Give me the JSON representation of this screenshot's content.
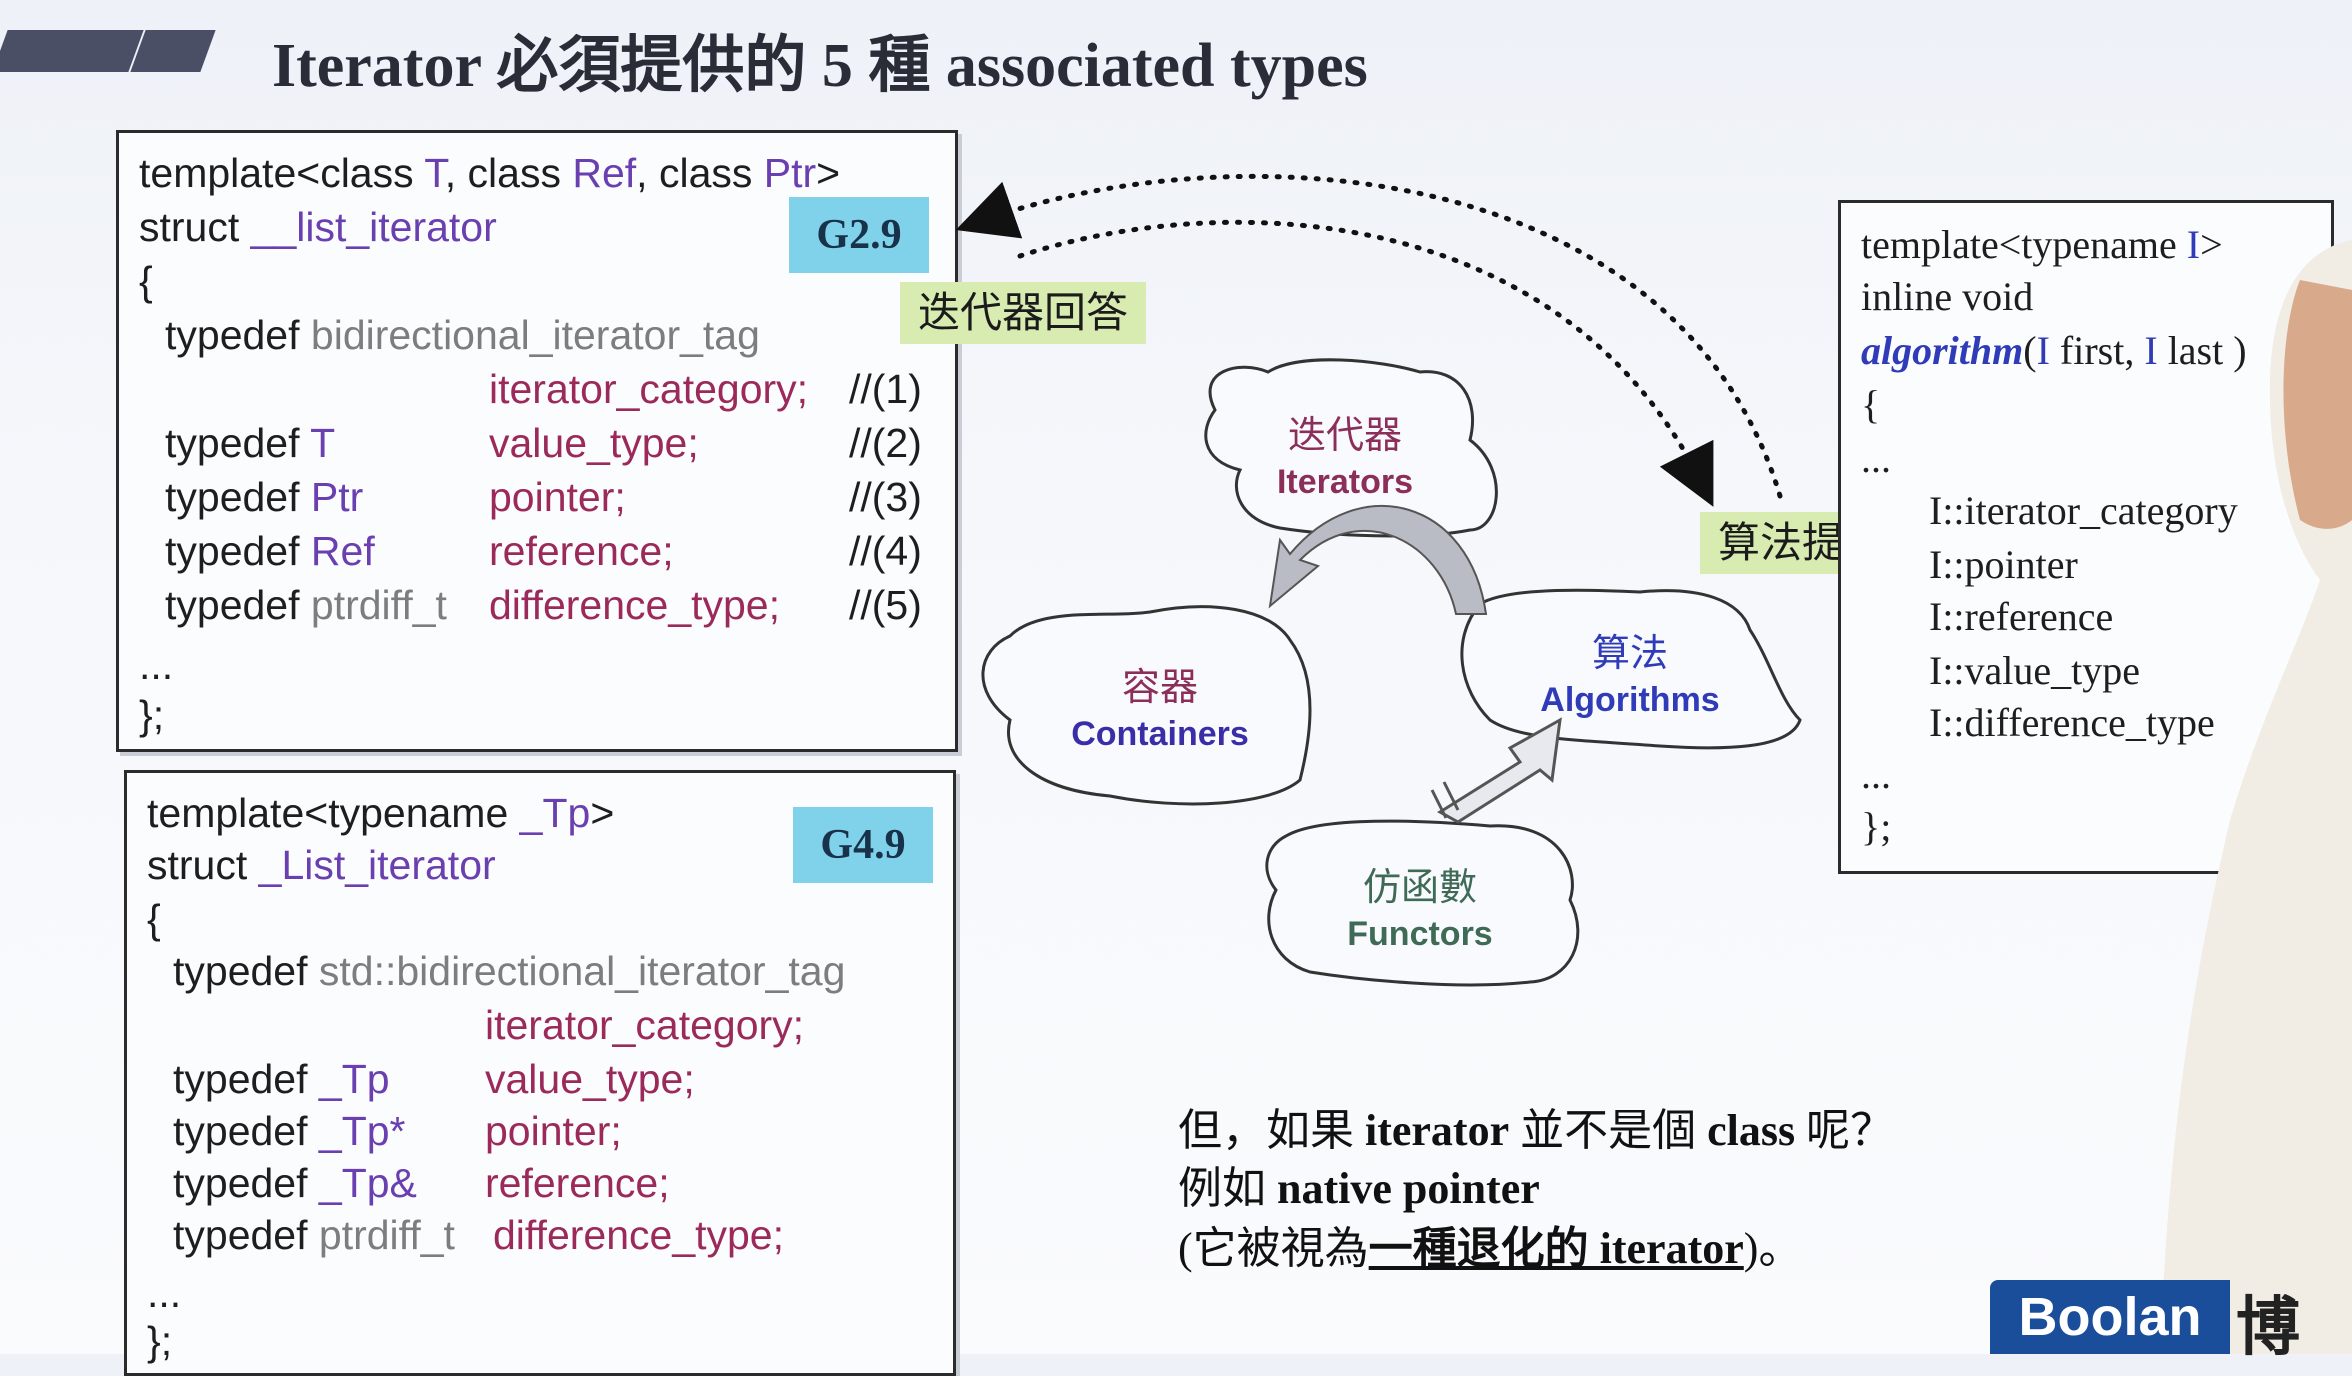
{
  "title": "Iterator 必須提供的 5 種 associated types",
  "g29": {
    "badge": "G2.9",
    "line1": [
      "template<class ",
      "T",
      ", class ",
      "Ref",
      ", class ",
      "Ptr",
      ">"
    ],
    "line2": [
      "struct ",
      "__list_iterator"
    ],
    "open": "{",
    "rows": [
      {
        "kw": "typedef",
        "type": "bidirectional_iterator_tag",
        "name": "",
        "num": ""
      },
      {
        "kw": "",
        "type": "",
        "name": "iterator_category;",
        "num": "//(1)"
      },
      {
        "kw": "typedef",
        "type": "T",
        "name": "value_type;",
        "num": "//(2)"
      },
      {
        "kw": "typedef",
        "type": "Ptr",
        "name": "pointer;",
        "num": "//(3)"
      },
      {
        "kw": "typedef",
        "type": "Ref",
        "name": "reference;",
        "num": "//(4)"
      },
      {
        "kw": "typedef",
        "type": "ptrdiff_t",
        "name": "difference_type;",
        "num": "//(5)"
      }
    ],
    "dots": "...",
    "close": "};"
  },
  "g49": {
    "badge": "G4.9",
    "line1": [
      "template<typename ",
      "_Tp",
      ">"
    ],
    "line2": [
      "struct ",
      "_List_iterator"
    ],
    "open": "{",
    "rows": [
      {
        "kw": "typedef",
        "type": "std::bidirectional_iterator_tag",
        "name": ""
      },
      {
        "kw": "",
        "type": "",
        "name": "iterator_category;"
      },
      {
        "kw": "typedef",
        "type": "_Tp",
        "name": "value_type;"
      },
      {
        "kw": "typedef",
        "type": "_Tp*",
        "name": "pointer;"
      },
      {
        "kw": "typedef",
        "type": "_Tp&",
        "name": "reference;"
      },
      {
        "kw": "typedef",
        "type": "ptrdiff_t",
        "name": "difference_type;"
      }
    ],
    "dots": "...",
    "close": "};"
  },
  "hints": {
    "iterator_answer": "迭代器回答",
    "algorithm_asks": "算法提問"
  },
  "clouds": {
    "iterators": {
      "zh": "迭代器",
      "en": "Iterators"
    },
    "containers": {
      "zh": "容器",
      "en": "Containers"
    },
    "algorithms": {
      "zh": "算法",
      "en": "Algorithms"
    },
    "functors": {
      "zh": "仿函數",
      "en": "Functors"
    }
  },
  "algo_box": {
    "line1": [
      "template<typename ",
      "I",
      ">"
    ],
    "line2": "inline void",
    "line3": [
      "algorithm",
      "(",
      "I",
      " first, ",
      "I",
      " last )"
    ],
    "open": "{",
    "dots1": "...",
    "items": [
      "I::iterator_category",
      "I::pointer",
      "I::reference",
      "I::value_type",
      "I::difference_type"
    ],
    "dots2": "...",
    "close": "};"
  },
  "note": {
    "line1": [
      "但，如果 ",
      "iterator",
      " 並不是個 ",
      "class",
      " 呢？"
    ],
    "line2": [
      "例如 ",
      "native pointer"
    ],
    "line3": [
      "(它被視為",
      "一種退化的 iterator",
      ")",
      "。"
    ]
  },
  "brand": {
    "logo": "Boolan",
    "cn": "博"
  },
  "colors": {
    "badge": "#7fd2ea",
    "hint": "#d8ecb2",
    "param": "#6a3fb0",
    "member": "#9b2a5a",
    "logo": "#1a4e9a"
  }
}
